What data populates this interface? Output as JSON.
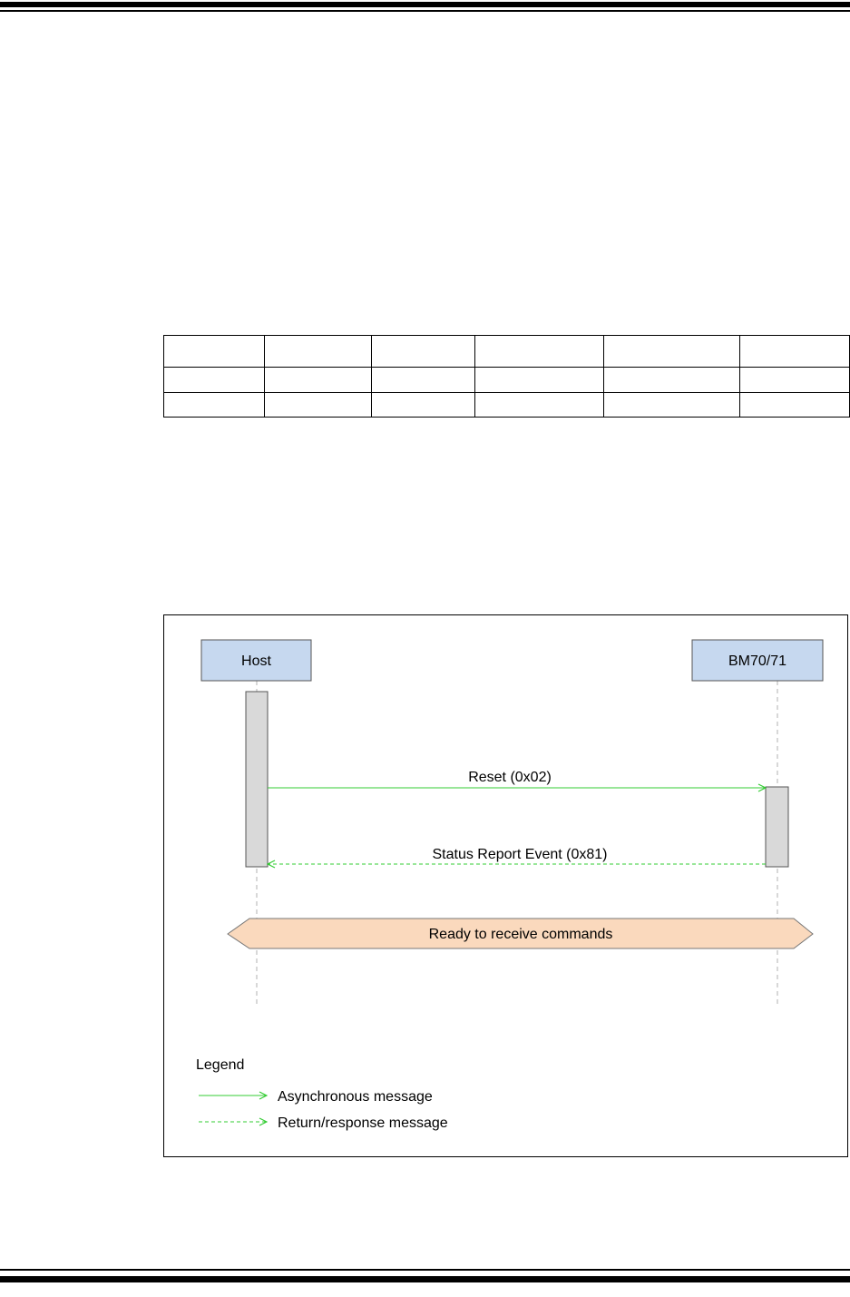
{
  "diagram": {
    "participants": {
      "host": "Host",
      "module": "BM70/71"
    },
    "messages": {
      "reset": "Reset (0x02)",
      "status": "Status Report Event (0x81)"
    },
    "state_banner": "Ready to receive commands",
    "legend": {
      "title": "Legend",
      "async": "Asynchronous message",
      "response": "Return/response message"
    },
    "colors": {
      "participant_fill": "#c6d8ef",
      "activation_fill": "#d9d9d9",
      "message_line": "#33cc33",
      "banner_fill": "#fad9bd"
    }
  }
}
